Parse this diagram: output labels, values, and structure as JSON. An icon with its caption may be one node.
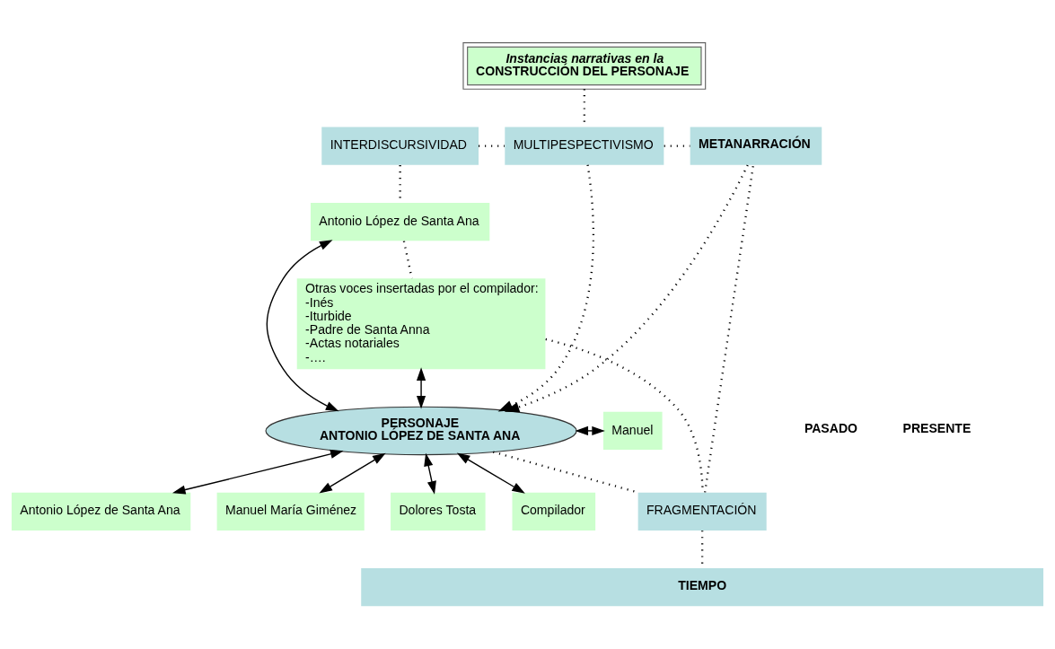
{
  "diagram": {
    "nodes": [
      {
        "text": [
          "Instancias narrativas en la",
          "CONSTRUCCIÓN DEL PERSONAJE"
        ]
      },
      {
        "text": [
          "INTERDISCURSIVIDAD"
        ]
      },
      {
        "text": [
          "MULTIPESPECTIVISMO"
        ]
      },
      {
        "text": [
          "METANARRACIÓN"
        ]
      },
      {
        "text": [
          "Antonio López de Santa Ana"
        ]
      },
      {
        "text": [
          "Otras voces insertadas por el compilador:",
          "-Inés",
          "-Iturbide",
          "-Padre de Santa Anna",
          "-Actas notariales",
          "-…."
        ]
      },
      {
        "text": [
          "PERSONAJE",
          "ANTONIO LÓPEZ DE SANTA ANA"
        ]
      },
      {
        "text": [
          "Antonio López de Santa Ana"
        ]
      },
      {
        "text": [
          "Manuel María Giménez"
        ]
      },
      {
        "text": [
          "Manuel"
        ]
      },
      {
        "text": [
          "Dolores Tosta"
        ]
      },
      {
        "text": [
          "Compilador"
        ]
      },
      {
        "text": [
          "FRAGMENTACIÓN"
        ]
      },
      {
        "text": [
          "TIEMPO"
        ]
      }
    ],
    "edges": [
      {
        "from": 0,
        "to": 2,
        "arrow": "none",
        "style": "dashed"
      },
      {
        "from": 1,
        "to": 2,
        "arrow": "none",
        "style": "dashed"
      },
      {
        "from": 2,
        "to": 3,
        "arrow": "none",
        "style": "dashed"
      },
      {
        "from": 2,
        "to": 6,
        "arrow": "to",
        "style": "dashed"
      },
      {
        "from": 3,
        "to": 6,
        "arrow": "to",
        "style": "dashed"
      },
      {
        "from": 1,
        "to": 4,
        "arrow": "none",
        "style": "dashed"
      },
      {
        "from": 4,
        "to": 5,
        "arrow": "none",
        "style": "dashed"
      },
      {
        "from": 4,
        "to": 6,
        "arrow": "both"
      },
      {
        "from": 5,
        "to": 6,
        "arrow": "both"
      },
      {
        "from": 6,
        "to": 7,
        "arrow": "both"
      },
      {
        "from": 6,
        "to": 8,
        "arrow": "both"
      },
      {
        "from": 6,
        "to": 9,
        "arrow": "both"
      },
      {
        "from": 6,
        "to": 10,
        "arrow": "both"
      },
      {
        "from": 6,
        "to": 11,
        "arrow": "both"
      },
      {
        "from": 5,
        "to": 12,
        "arrow": "none",
        "style": "dashed"
      },
      {
        "from": 6,
        "to": 12,
        "arrow": "none",
        "style": "dashed"
      },
      {
        "from": 12,
        "to": 3,
        "arrow": "none",
        "style": "dashed"
      },
      {
        "from": 12,
        "to": 13,
        "arrow": "none",
        "style": "dashed"
      }
    ],
    "labels": [
      "PASADO",
      "PRESENTE"
    ]
  }
}
